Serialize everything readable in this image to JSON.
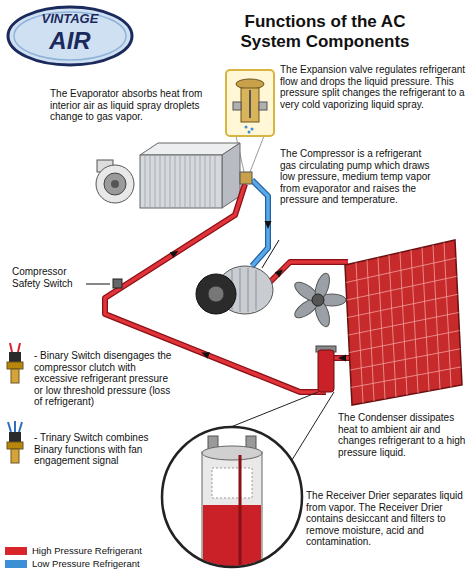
{
  "diagram": {
    "title": "Functions of the AC System Components",
    "labels": [
      "VINTAGE",
      "AIR",
      "The Expansion valve regulates refrigerant flow and drops the liquid pressure. This pressure split changes the refrigerant to a very cold vaporizing liquid spray.",
      "The Evaporator absorbs heat from interior air as liquid spray droplets change to gas vapor.",
      "The Compressor is a refrigerant gas circulating pump which draws low pressure, medium temp vapor from evaporator and raises the pressure and temperature.",
      "Compressor Safety Switch",
      "- Binary Switch disengages the compressor clutch with excessive refrigerant pressure or low threshold pressure (loss of refrigerant)",
      "- Trinary Switch combines Binary functions with fan engagement signal",
      "The Condenser dissipates heat to ambient air and changes refrigerant to a high pressure liquid.",
      "The Receiver Drier separates liquid from vapor. The Receiver Drier contains desiccant and filters to remove moisture, acid and contamination."
    ],
    "legend": [
      {
        "text": "High Pressure Refrigerant",
        "color": "#d7262b"
      },
      {
        "text": "Low Pressure Refrigerant",
        "color": "#3a8fd6"
      }
    ]
  }
}
